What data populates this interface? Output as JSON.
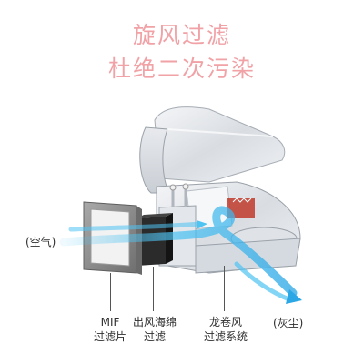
{
  "headline": {
    "line1": "旋风过滤",
    "line2": "杜绝二次污染",
    "color": "#f0a2a6"
  },
  "labels": {
    "air": "(空气)",
    "dust": "(灰尘)",
    "mif_line1": "MIF",
    "mif_line2": "过滤片",
    "sponge_line1": "出风海绵",
    "sponge_line2": "过滤",
    "cyclone_line1": "龙卷风",
    "cyclone_line2": "过滤系统"
  },
  "colors": {
    "airflow": "#4fc3f2",
    "accent_red": "#c0392b",
    "frame_gray": "#8e8e8e"
  }
}
